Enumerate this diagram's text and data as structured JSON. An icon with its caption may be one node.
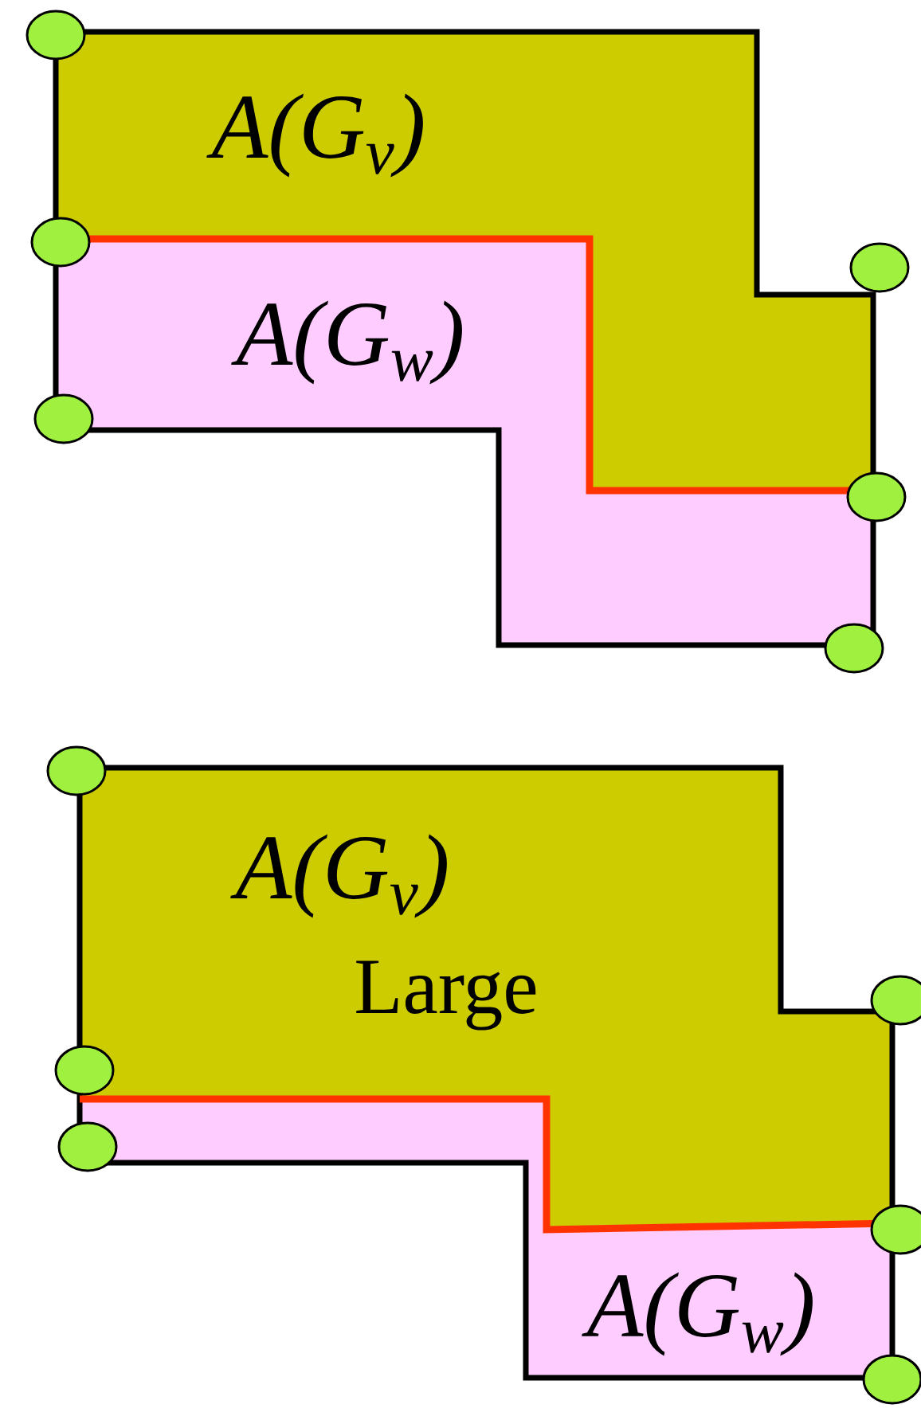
{
  "diagram": {
    "nodes": [
      {
        "text": [
          "A(G$_{v}$)"
        ]
      },
      {
        "text": [
          "A(G$_{w}$)"
        ]
      },
      {
        "text": [],
        "shape": "circle"
      },
      {
        "text": [],
        "shape": "circle"
      },
      {
        "text": [],
        "shape": "circle"
      },
      {
        "text": [],
        "shape": "circle"
      },
      {
        "text": [],
        "shape": "circle"
      },
      {
        "text": [],
        "shape": "circle"
      },
      {
        "text": [
          "A(G$_{v}$)",
          "Large"
        ]
      },
      {
        "text": [
          "A(G$_{w}$)"
        ]
      },
      {
        "text": [],
        "shape": "circle"
      },
      {
        "text": [],
        "shape": "circle"
      },
      {
        "text": [],
        "shape": "circle"
      },
      {
        "text": [],
        "shape": "circle"
      },
      {
        "text": [],
        "shape": "circle"
      },
      {
        "text": [],
        "shape": "circle"
      }
    ],
    "edges": []
  }
}
